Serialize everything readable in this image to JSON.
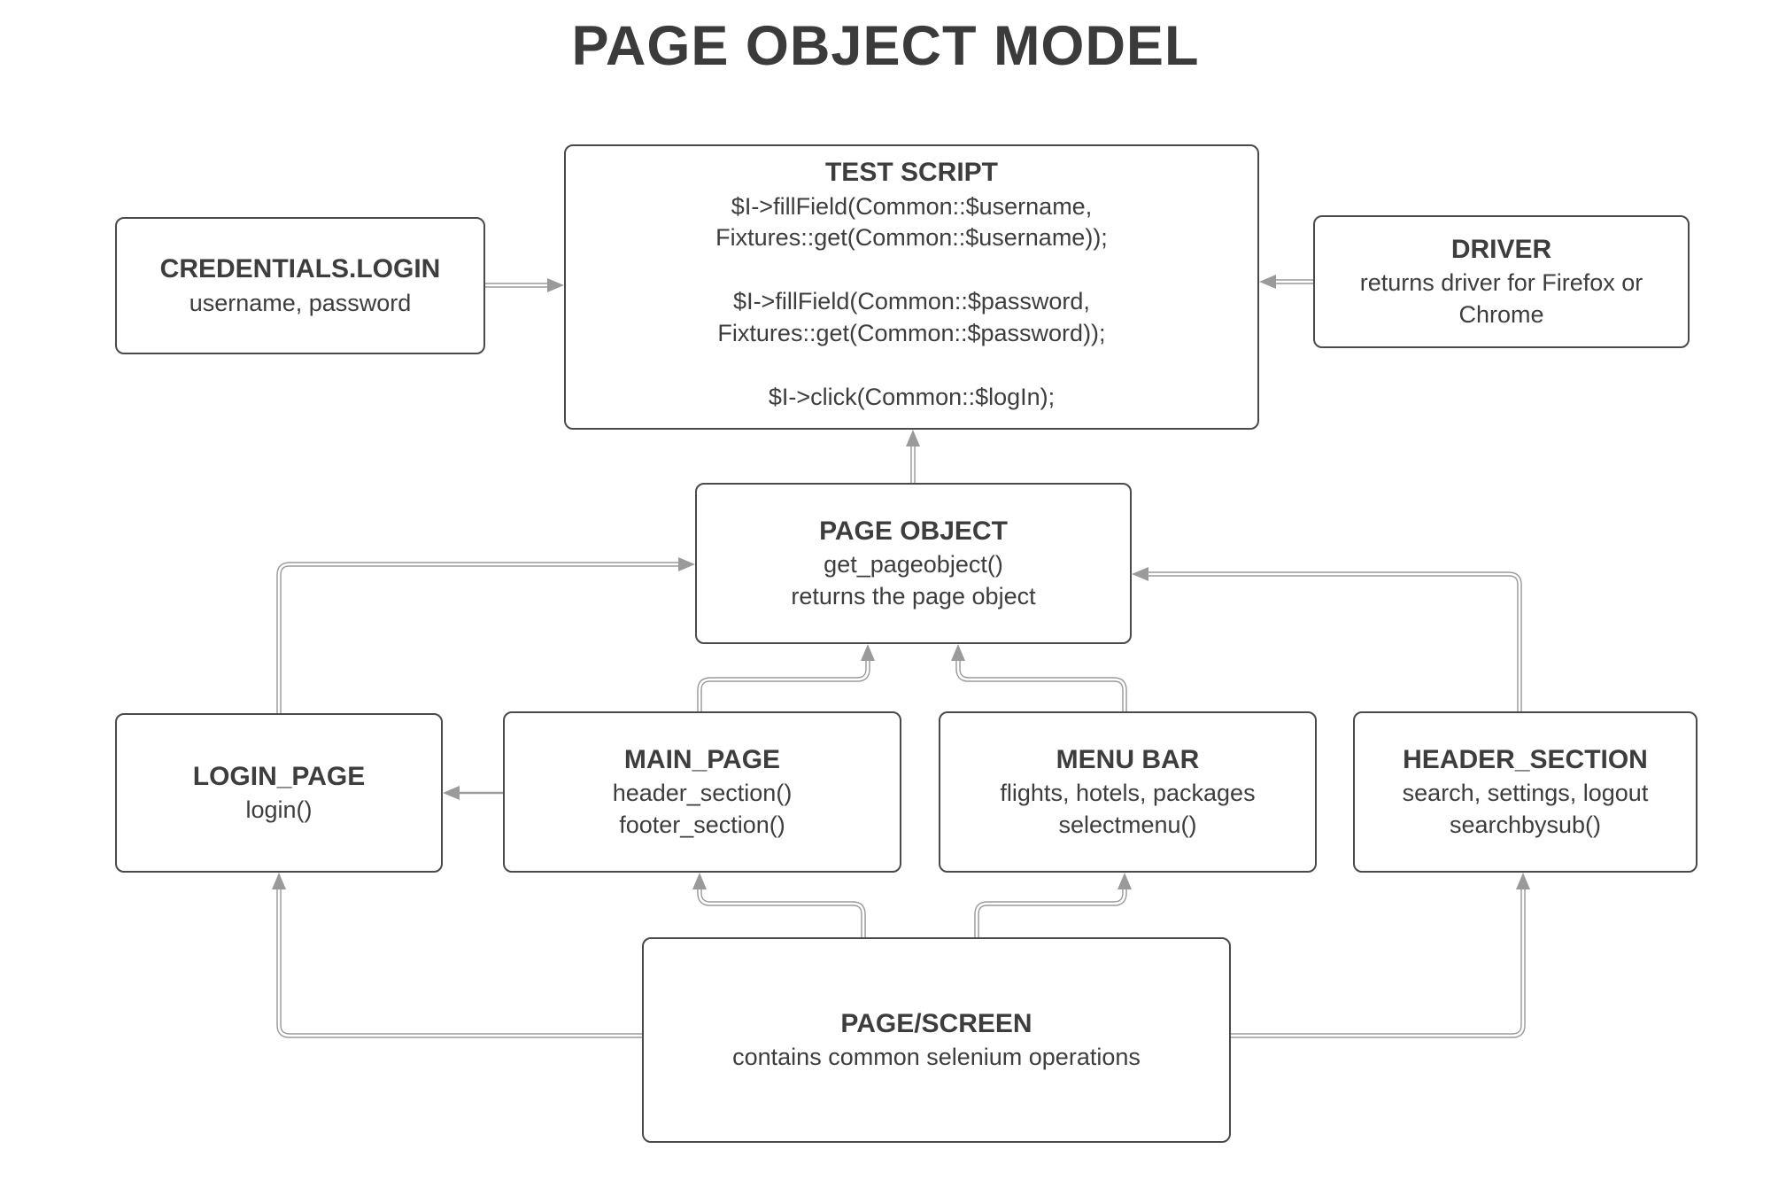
{
  "title": "PAGE OBJECT MODEL",
  "nodes": {
    "test_script": {
      "title": "TEST SCRIPT",
      "lines": [
        "$I->fillField(Common::$username,",
        "Fixtures::get(Common::$username));",
        "",
        "$I->fillField(Common::$password,",
        "Fixtures::get(Common::$password));",
        "",
        "$I->click(Common::$logIn);"
      ]
    },
    "credentials_login": {
      "title": "CREDENTIALS.LOGIN",
      "lines": [
        "username, password"
      ]
    },
    "driver": {
      "title": "DRIVER",
      "lines": [
        "returns driver for Firefox or Chrome"
      ]
    },
    "page_object": {
      "title": "PAGE OBJECT",
      "lines": [
        "get_pageobject()",
        "returns the page object"
      ]
    },
    "login_page": {
      "title": "LOGIN_PAGE",
      "lines": [
        "login()"
      ]
    },
    "main_page": {
      "title": "MAIN_PAGE",
      "lines": [
        "header_section()",
        "footer_section()"
      ]
    },
    "menu_bar": {
      "title": "MENU BAR",
      "lines": [
        "flights, hotels, packages",
        "selectmenu()"
      ]
    },
    "header_section": {
      "title": "HEADER_SECTION",
      "lines": [
        "search, settings, logout",
        "searchbysub()"
      ]
    },
    "page_screen": {
      "title": "PAGE/SCREEN",
      "lines": [
        "contains common selenium operations"
      ]
    }
  },
  "edges": [
    {
      "from": "CREDENTIALS.LOGIN",
      "to": "TEST SCRIPT",
      "style": "double"
    },
    {
      "from": "DRIVER",
      "to": "TEST SCRIPT",
      "style": "double"
    },
    {
      "from": "PAGE OBJECT",
      "to": "TEST SCRIPT",
      "style": "double"
    },
    {
      "from": "LOGIN_PAGE",
      "to": "PAGE OBJECT",
      "style": "double"
    },
    {
      "from": "MAIN_PAGE",
      "to": "PAGE OBJECT",
      "style": "double"
    },
    {
      "from": "MENU BAR",
      "to": "PAGE OBJECT",
      "style": "double"
    },
    {
      "from": "HEADER_SECTION",
      "to": "PAGE OBJECT",
      "style": "double"
    },
    {
      "from": "MAIN_PAGE",
      "to": "LOGIN_PAGE",
      "style": "single"
    },
    {
      "from": "PAGE/SCREEN",
      "to": "LOGIN_PAGE",
      "style": "double"
    },
    {
      "from": "PAGE/SCREEN",
      "to": "MAIN_PAGE",
      "style": "double"
    },
    {
      "from": "PAGE/SCREEN",
      "to": "MENU BAR",
      "style": "double"
    },
    {
      "from": "PAGE/SCREEN",
      "to": "HEADER_SECTION",
      "style": "double"
    }
  ],
  "colors": {
    "background": "#ffffff",
    "box_border": "#4a4a4a",
    "text": "#3d3d3d",
    "arrow": "#9a9a9a"
  }
}
